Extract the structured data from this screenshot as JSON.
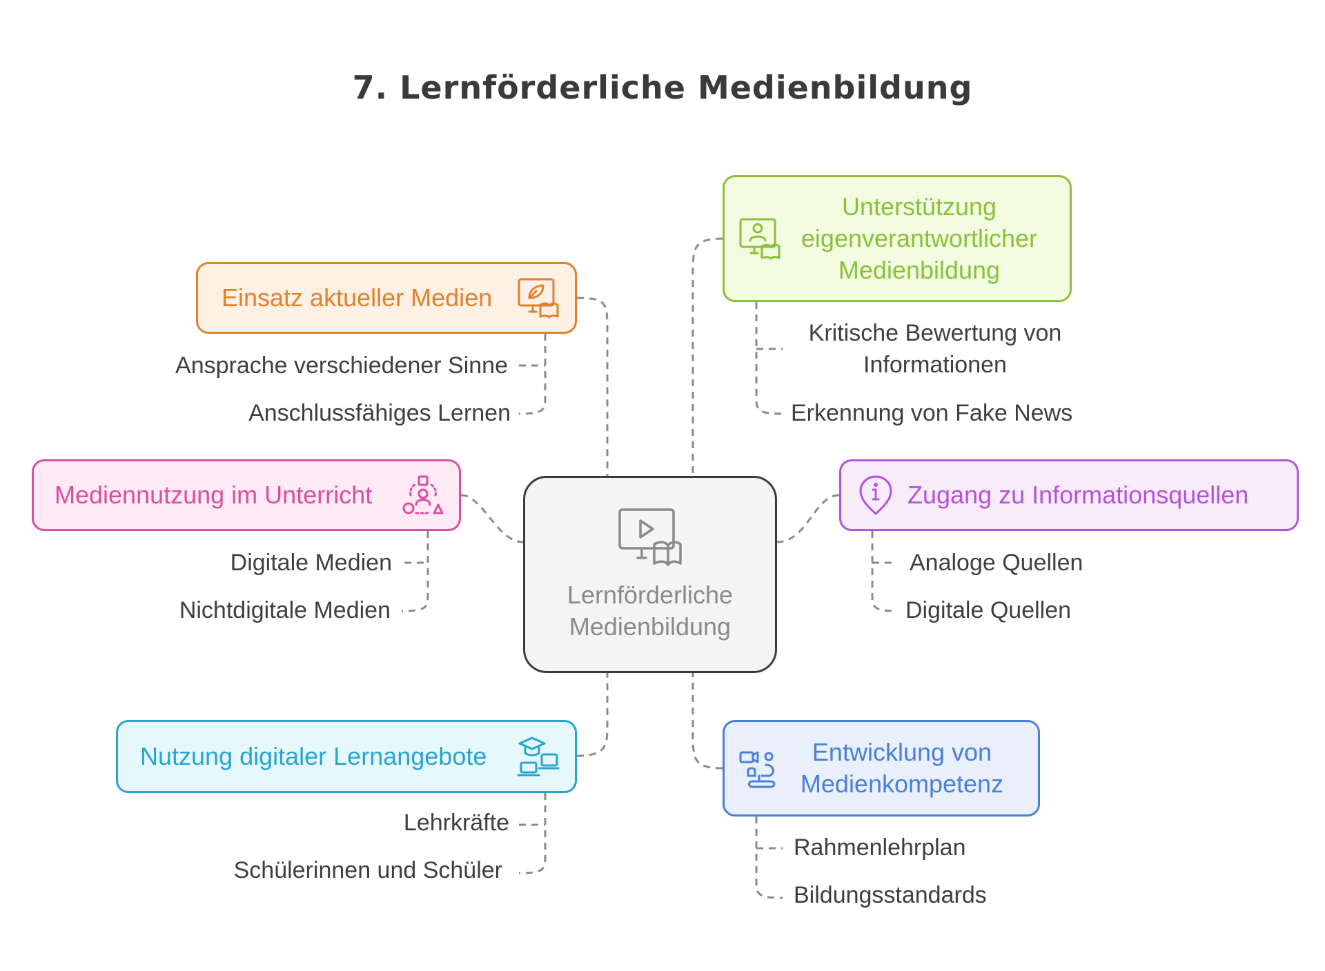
{
  "title": "7. Lernförderliche Medienbildung",
  "center": {
    "label_line1": "Lernförderliche",
    "label_line2": "Medienbildung",
    "icon": "monitor-play-book-icon"
  },
  "branches": {
    "einsatz": {
      "label": "Einsatz aktueller Medien",
      "icon": "monitor-leaf-book-icon",
      "color": "#e0822c",
      "items": [
        "Ansprache verschiedener Sinne",
        "Anschlussfähiges Lernen"
      ]
    },
    "unterstuetzung": {
      "label_line1": "Unterstützung",
      "label_line2": "eigenverantwortlicher",
      "label_line3": "Medienbildung",
      "icon": "monitor-person-book-icon",
      "color": "#8bc03a",
      "items": [
        "Kritische Bewertung von",
        "Informationen",
        "Erkennung von Fake News"
      ]
    },
    "mediennutzung": {
      "label": "Mediennutzung im Unterricht",
      "icon": "people-shapes-icon",
      "color": "#d94fa1",
      "items": [
        "Digitale Medien",
        "Nichtdigitale Medien"
      ]
    },
    "zugang": {
      "label": "Zugang zu Informationsquellen",
      "icon": "info-pin-icon",
      "color": "#b453d9",
      "items": [
        "Analoge Quellen",
        "Digitale Quellen"
      ]
    },
    "nutzung": {
      "label": "Nutzung digitaler Lernangebote",
      "icon": "graduation-laptops-icon",
      "color": "#27a5cf",
      "items": [
        "Lehrkräfte",
        "Schülerinnen und Schüler"
      ]
    },
    "entwicklung": {
      "label_line1": "Entwicklung von",
      "label_line2": "Medienkompetenz",
      "icon": "camera-network-icon",
      "color": "#4a7fd8",
      "items": [
        "Rahmenlehrplan",
        "Bildungsstandards"
      ]
    }
  }
}
